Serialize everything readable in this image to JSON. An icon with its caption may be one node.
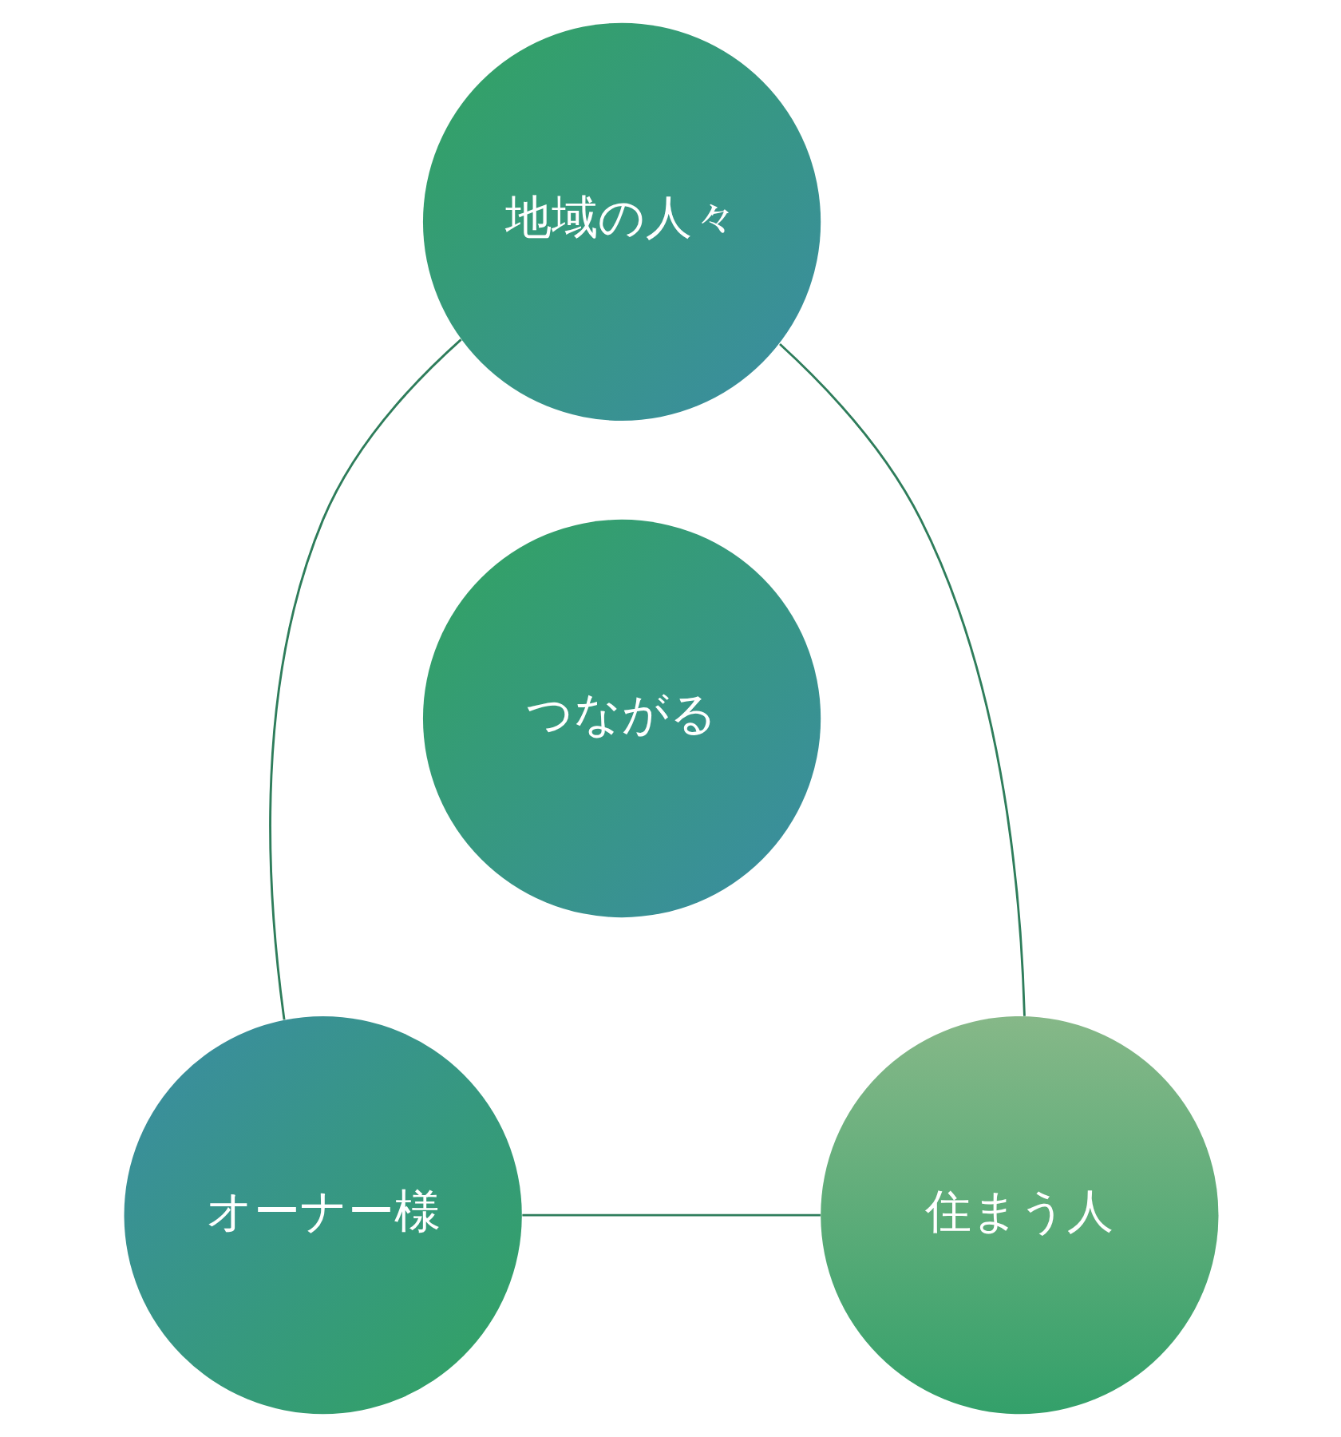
{
  "diagram": {
    "nodes": [
      {
        "text": [
          "地域の人々"
        ]
      },
      {
        "text": [
          "つながる"
        ]
      },
      {
        "text": [
          "オーナー様"
        ]
      },
      {
        "text": [
          "住まう人"
        ]
      }
    ],
    "edges": [
      {
        "from": 0,
        "to": 2,
        "arrow": "none"
      },
      {
        "from": 0,
        "to": 3,
        "arrow": "none"
      },
      {
        "from": 2,
        "to": 3,
        "arrow": "none"
      }
    ]
  }
}
